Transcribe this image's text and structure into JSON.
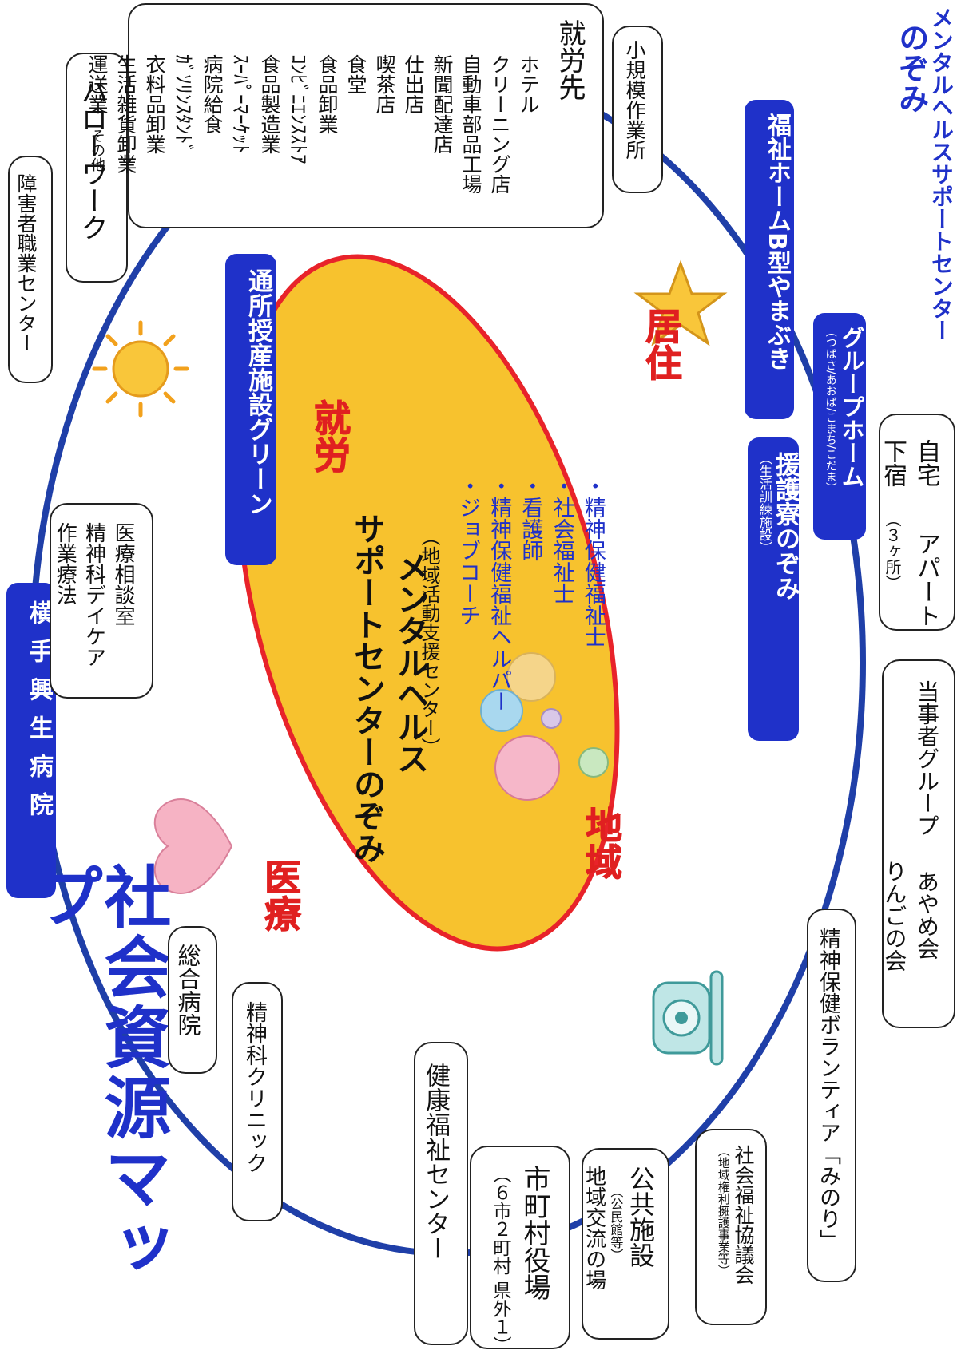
{
  "page_title": "社会資源マップ",
  "brand": {
    "line1": "メンタルヘルスサポートセンター",
    "line2": "のぞみ"
  },
  "center": {
    "line1": "メンタルヘルス",
    "line2": "サポートセンターのぞみ",
    "subtitle": "（地域活動支援センター）",
    "staff": [
      "・精神保健福祉士",
      "・社会福祉士",
      "・看護師",
      "・精神保健福祉ヘルパー",
      "・ジョブコーチ"
    ]
  },
  "keywords": {
    "work": "就労",
    "residence": "居住",
    "community": "地域",
    "medical": "医療"
  },
  "hospital": {
    "title": "横手興生病院",
    "items": [
      "医療相談室",
      "精神科デイケア",
      "作業療法"
    ]
  },
  "shogai_center": "障害者職業センター",
  "hello_work": "ハローワーク",
  "employment": {
    "title": "就労先",
    "items": [
      "ホテル",
      "クリーニング店",
      "自動車部品工場",
      "新聞配達店",
      "仕出店",
      "喫茶店",
      "食堂",
      "食品卸業",
      "ｺﾝﾋﾞﾆｴﾝｽｽﾄｱ",
      "食品製造業",
      "ｽｰﾊﾟｰﾏｰｹｯﾄ",
      "病院給食",
      "ｶﾞｿﾘﾝｽﾀﾝﾄﾞ",
      "衣料品卸業",
      "生活雑貨卸業",
      "運送業"
    ],
    "other": "その他"
  },
  "small_workshop": "小規模作業所",
  "green": "通所授産施設グリーン",
  "yamabuki": "福祉ホームB型やまぶき",
  "group_home": {
    "title": "グループホーム",
    "sub": "（つばさ/あおば/こまち/こだま）"
  },
  "engoryo": {
    "title": "援護寮のぞみ",
    "sub": "（生活訓練施設）"
  },
  "housing": {
    "line1_a": "自宅",
    "line1_b": "アパート",
    "line2_a": "下宿",
    "line2_b": "（３ヶ所）"
  },
  "peer_groups": {
    "label": "当事者グループ",
    "items": [
      "あやめ会",
      "りんごの会"
    ]
  },
  "volunteer": "精神保健ボランティア「みのり」",
  "social_council": {
    "title": "社会福祉協議会",
    "sub": "（地域権利擁護事業等）"
  },
  "public_facility": {
    "title": "公共施設",
    "sub": "（公民館等）",
    "note": "地域交流の場"
  },
  "city_office": {
    "title": "市町村役場",
    "sub": "（６市２町村 県外１）"
  },
  "health_center": "健康福祉センター",
  "psych_clinic": "精神科クリニック",
  "general_hospital": "総合病院",
  "colors": {
    "ring": "#1f3fa8",
    "blue_box": "#1f31c9",
    "oval_fill": "#f7c22e",
    "oval_border": "#e8232a",
    "keyword_red": "#e02020",
    "title_blue": "#1f31c9"
  }
}
